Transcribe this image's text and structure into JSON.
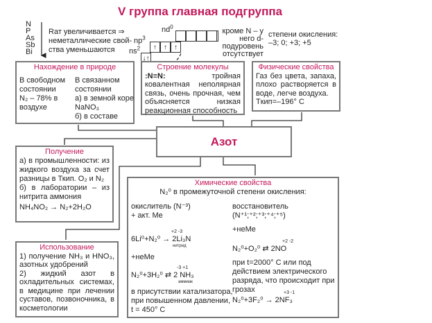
{
  "title": "V группа главная подгруппа",
  "elements": [
    "N",
    "P",
    "As",
    "Sb",
    "Bi"
  ],
  "trend": [
    "Rат увеличивается ⇒",
    "неметаллические свой-",
    "ства уменьшаются"
  ],
  "orbitals": {
    "ns": "ns",
    "ns_exp": "2",
    "np": "np",
    "np_exp": "3",
    "nd": "nd",
    "nd_exp": "0",
    "ns_fill": "↓↑",
    "np_fill": "↑"
  },
  "d_note": [
    "кроме N – у",
    "него d-",
    "подуровень",
    "отсутствует"
  ],
  "oxidation": [
    "степени окисления:",
    "–3; 0; +3; +5"
  ],
  "nature": {
    "heading": "Нахождение в природе",
    "free": [
      "В свободном",
      "состоянии",
      "N₂ – 78% в",
      "воздухе"
    ],
    "bound": [
      "В связанном",
      "состоянии",
      "а) в земной коре",
      "NaNO₃",
      "б) в составе"
    ]
  },
  "structure": {
    "heading": "Строение молекулы",
    "formula": ":N≡N:",
    "text": "тройная ковалентная неполярная связь, очень прочная, чем объясняется низкая реакционная способность"
  },
  "physical": {
    "heading": "Физические свойства",
    "text": "Газ без цвета, запаха, плохо растворяется в воде, легче воздуха.",
    "tboil": "Tкип=–196° C"
  },
  "center": "Азот",
  "obtaining": {
    "heading": "Получение",
    "lines": [
      "а) в промышленности: из жидкого воздуха за счет разницы в Ткип. O₂ и N₂",
      "б) в лаборатории – из нитрита аммония"
    ],
    "equation": "NH₄NO₂ → N₂+2H₂O"
  },
  "usage": {
    "heading": "Использование",
    "lines": [
      "1) получение NH₃ и HNO₃, азотных удобрений",
      "2) жидкий азот в охладительных системах, в медицине при лечении суставов, позвоночника, в косметологии"
    ]
  },
  "chemical": {
    "heading": "Химические свойства",
    "intro": "N₂⁰ в промежуточной степени окисления:",
    "oxidizer": {
      "label": "окислитель (N⁻³)",
      "plus_metal": "+ акт. Me",
      "eq1": "6Li⁰+N₂⁰ → 2Li₃N",
      "eq1_ox": "+2 -3",
      "eq1_name": "нитрид",
      "plus_nonmetal": "+неMe",
      "eq2": "N₂⁰+3H₂⁰ ⇄ 2 NH₃",
      "eq2_ox": "-3 +1",
      "eq2_name": "аммиак",
      "conditions": "в присутствии катализатора, при повышенном давлении, t = 450° C"
    },
    "reducer": {
      "label": "восстановитель",
      "states": "(N⁺¹;⁺²;⁺³;⁺⁴;⁺⁵)",
      "plus_nonmetal": "+неMe",
      "eq1": "N₂⁰+O₂⁰ ⇄ 2NO",
      "eq1_ox": "+2 -2",
      "conditions": "при t=2000° C или под действием электрического разряда, что происходит при грозах",
      "eq2": "N₂⁰+3F₂⁰ → 2NF₃",
      "eq2_ox": "+3 -1"
    }
  }
}
